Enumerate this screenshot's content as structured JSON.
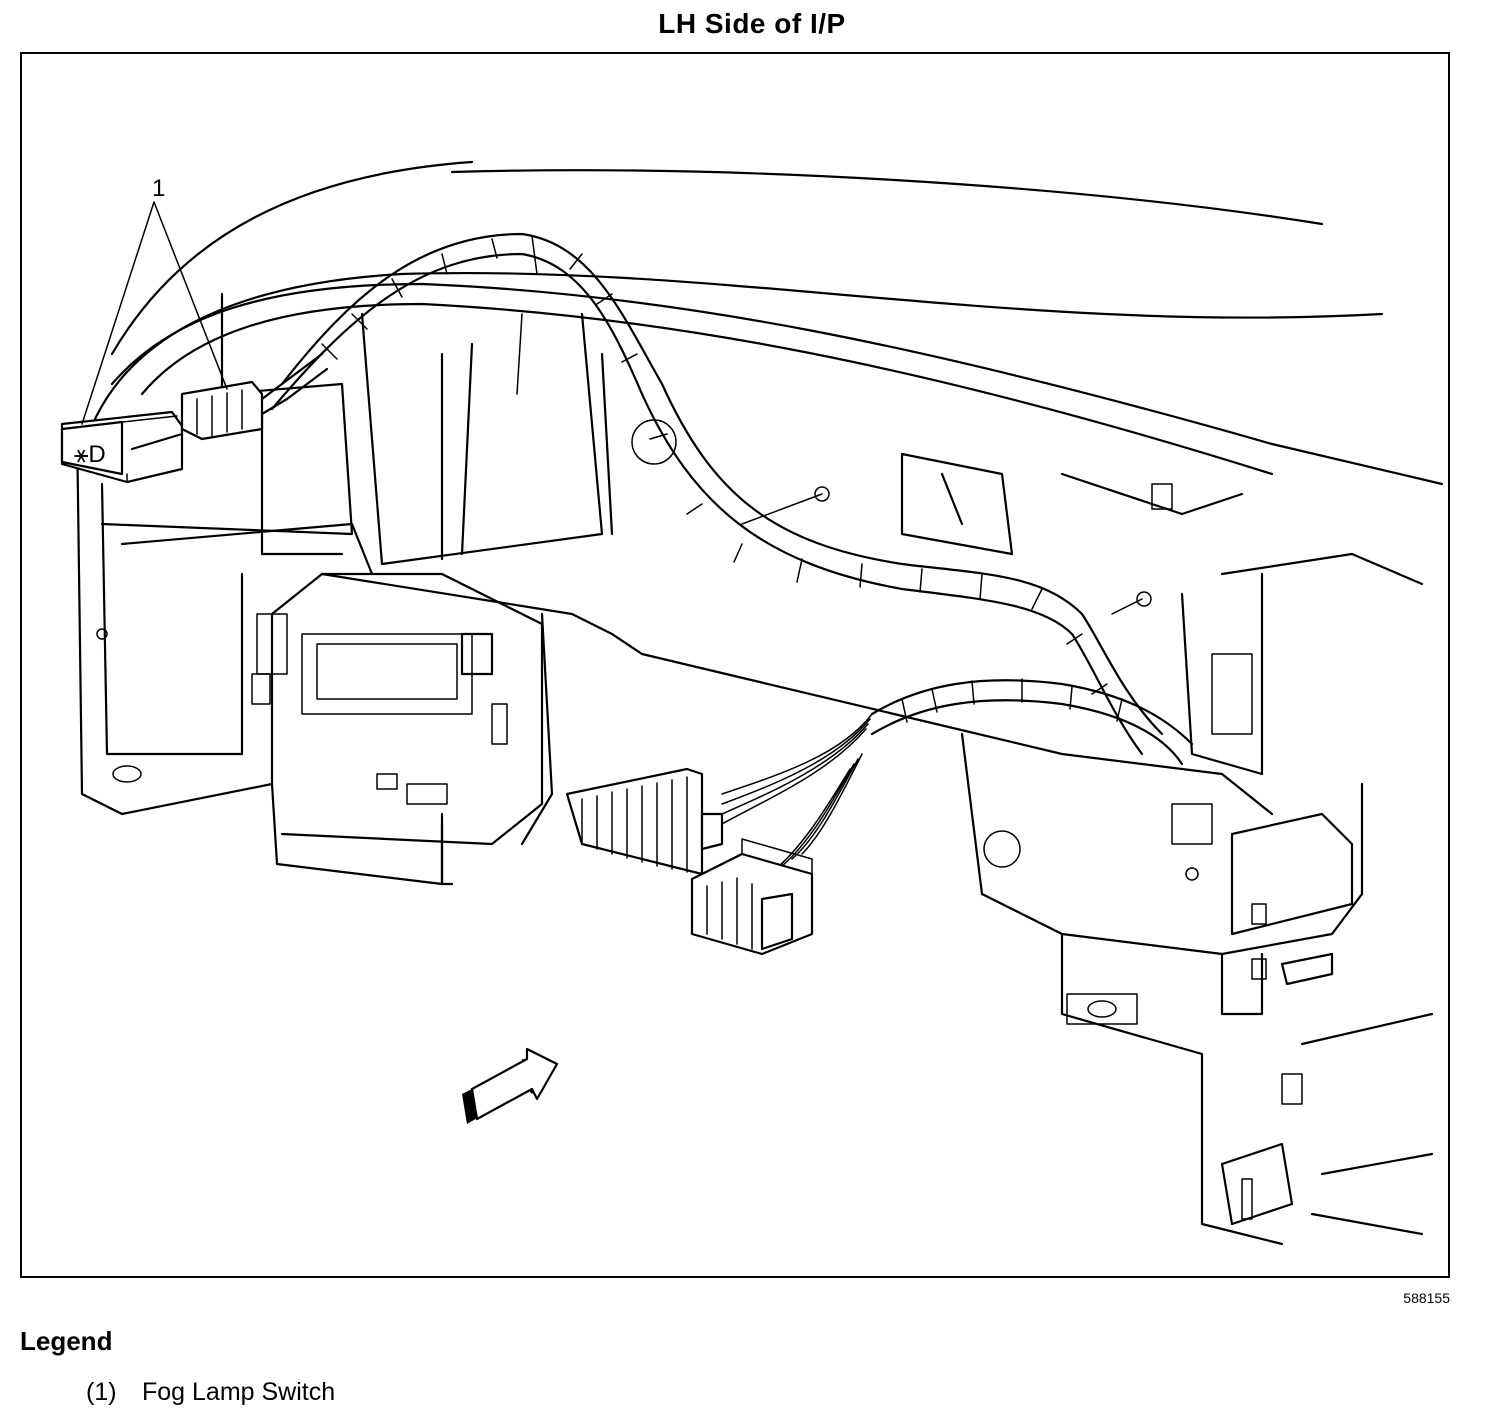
{
  "title": "LH Side of I/P",
  "figure_id": "588155",
  "callout_label": "1",
  "legend": {
    "heading": "Legend",
    "items": [
      {
        "number": "(1)",
        "label": "Fog Lamp Switch"
      }
    ]
  },
  "icons": [
    "fog-lamp-switch-icon",
    "direction-arrow-icon",
    "electrical-connector-icon"
  ]
}
